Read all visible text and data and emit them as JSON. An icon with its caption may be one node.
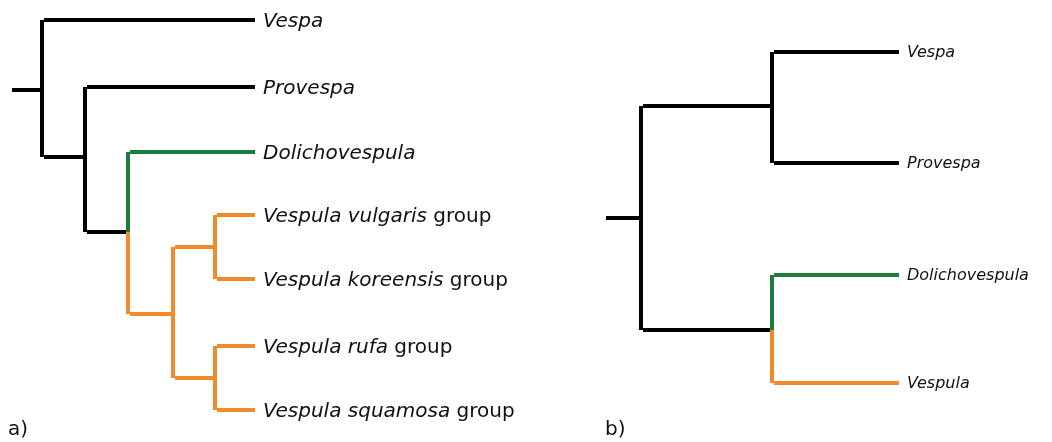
{
  "diagram": {
    "nodes": [
      {
        "text": [],
        "shape": "bar"
      },
      {
        "text": [
          "Vespa"
        ]
      },
      {
        "text": [],
        "shape": "bar"
      },
      {
        "text": [
          "Provespa"
        ]
      },
      {
        "text": [],
        "shape": "bar"
      },
      {
        "text": [
          "Dolichovespula"
        ]
      },
      {
        "text": [],
        "shape": "bar"
      },
      {
        "text": [],
        "shape": "bar"
      },
      {
        "text": [
          "*Vespula vulgaris* group"
        ]
      },
      {
        "text": [
          "*Vespula koreensis* group"
        ]
      },
      {
        "text": [],
        "shape": "bar"
      },
      {
        "text": [
          "*Vespula rufa* group"
        ]
      },
      {
        "text": [
          "*Vespula squamosa* group"
        ]
      },
      {
        "text": [],
        "shape": "bar"
      },
      {
        "text": [],
        "shape": "bar"
      },
      {
        "text": [
          "Vespa"
        ]
      },
      {
        "text": [
          "Provespa"
        ]
      },
      {
        "text": [],
        "shape": "bar"
      },
      {
        "text": [
          "Dolichovespula"
        ]
      },
      {
        "text": [
          "Vespula"
        ]
      }
    ],
    "edges": [
      {
        "from": null,
        "to": 0,
        "arrow": "none"
      },
      {
        "from": 0,
        "to": 1,
        "arrow": "none"
      },
      {
        "from": 0,
        "to": 2,
        "arrow": "none"
      },
      {
        "from": 2,
        "to": 3,
        "arrow": "none"
      },
      {
        "from": 2,
        "to": 4,
        "arrow": "none"
      },
      {
        "from": 4,
        "to": 5,
        "arrow": "none",
        "color": "#1b7d3d"
      },
      {
        "from": 4,
        "to": 6,
        "arrow": "none",
        "color": "#f28a2b"
      },
      {
        "from": 6,
        "to": 7,
        "arrow": "none",
        "color": "#f28a2b"
      },
      {
        "from": 7,
        "to": 8,
        "arrow": "none",
        "color": "#f28a2b"
      },
      {
        "from": 7,
        "to": 9,
        "arrow": "none",
        "color": "#f28a2b"
      },
      {
        "from": 6,
        "to": 10,
        "arrow": "none",
        "color": "#f28a2b"
      },
      {
        "from": 10,
        "to": 11,
        "arrow": "none",
        "color": "#f28a2b"
      },
      {
        "from": 10,
        "to": 12,
        "arrow": "none",
        "color": "#f28a2b"
      },
      {
        "from": null,
        "to": 13,
        "arrow": "none"
      },
      {
        "from": 13,
        "to": 14,
        "arrow": "none"
      },
      {
        "from": 14,
        "to": 15,
        "arrow": "none"
      },
      {
        "from": 14,
        "to": 16,
        "arrow": "none"
      },
      {
        "from": 13,
        "to": 17,
        "arrow": "none"
      },
      {
        "from": 17,
        "to": 18,
        "arrow": "none",
        "color": "#1b7d3d"
      },
      {
        "from": 17,
        "to": 19,
        "arrow": "none",
        "color": "#f28a2b"
      }
    ],
    "labels": [
      "a)",
      "b)"
    ]
  }
}
